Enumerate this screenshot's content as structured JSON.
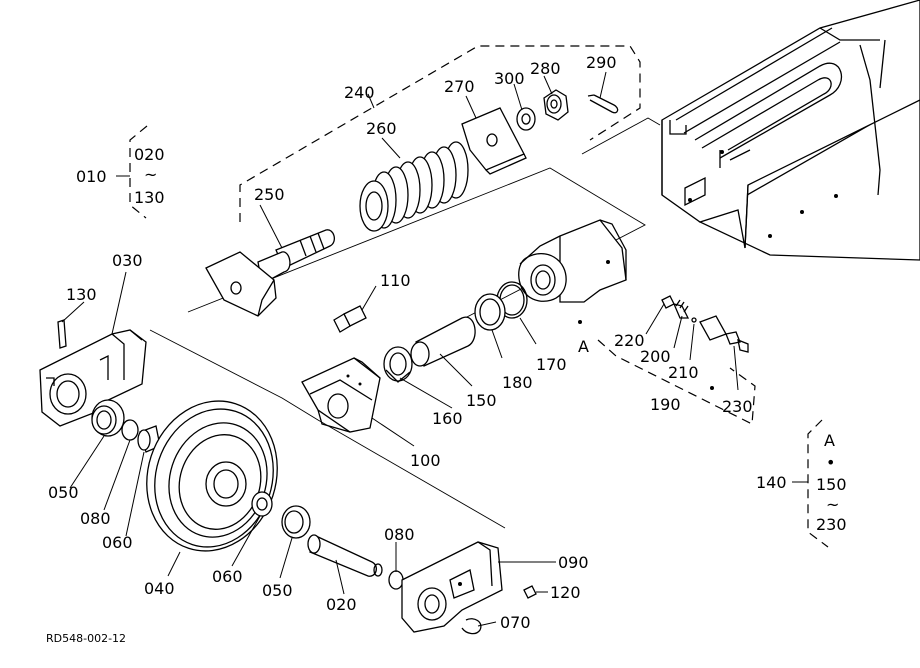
{
  "labels": {
    "p010": "010",
    "p020_top": "020",
    "tilde_010": "~",
    "p130_top": "130",
    "p030": "030",
    "p130": "130",
    "p240": "240",
    "p250": "250",
    "p260": "260",
    "p270": "270",
    "p300": "300",
    "p280": "280",
    "p290": "290",
    "p110": "110",
    "p220": "220",
    "pA": "A",
    "p200": "200",
    "p210": "210",
    "p170": "170",
    "p180": "180",
    "p150": "150",
    "p160": "160",
    "p190": "190",
    "p230": "230",
    "p100": "100",
    "p050_left": "050",
    "p080_left": "080",
    "p060_left": "060",
    "p040": "040",
    "p060_mid": "060",
    "p050_mid": "050",
    "p020": "020",
    "p080_right": "080",
    "p090": "090",
    "p120": "120",
    "p070": "070",
    "p140": "140",
    "pA_box": "A",
    "dot_box": "•",
    "p150_box": "150",
    "tilde_box": "~",
    "p230_box": "230"
  },
  "drawing_code": "RD548-002-12"
}
